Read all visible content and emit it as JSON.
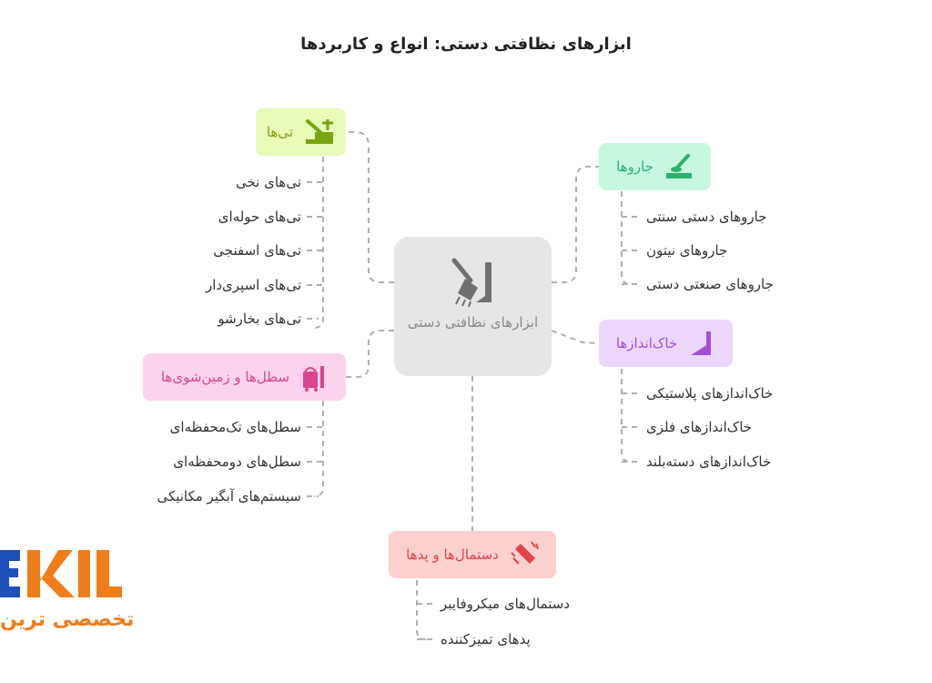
{
  "title": "ابزارهای نظافتی دستی: انواع و کاربردها",
  "center": {
    "label": "ابزارهای نظافتی دستی",
    "icon": "broom-dustpan-icon"
  },
  "branches": {
    "mops": {
      "label": "تی‌ها",
      "icon": "mop-icon",
      "bg": "#e8fbb8",
      "color": "#7aa512",
      "items": [
        "تی‌های نخی",
        "تی‌های حوله‌ای",
        "تی‌های اسفنجی",
        "تی‌های اسپری‌دار",
        "تی‌های بخارشو"
      ]
    },
    "brooms": {
      "label": "جاروها",
      "icon": "broom-icon",
      "bg": "#c8f7df",
      "color": "#2db06e",
      "items": [
        "جاروهای دستی سنتی",
        "جاروهای نیتون",
        "جاروهای صنعتی دستی"
      ]
    },
    "dustpans": {
      "label": "خاک‌اندازها",
      "icon": "dustpan-icon",
      "bg": "#ecd6fb",
      "color": "#a44fd6",
      "items": [
        "خاک‌اندازهای پلاستیکی",
        "خاک‌اندازهای فلزی",
        "خاک‌اندازهای دسته‌بلند"
      ]
    },
    "buckets": {
      "label": "سطل‌ها و زمین‌شوی‌ها",
      "icon": "bucket-icon",
      "bg": "#fcd3ec",
      "color": "#d8468f",
      "items": [
        "سطل‌های تک‌محفظه‌ای",
        "سطل‌های دومحفظه‌ای",
        "سیستم‌های آبگیر مکانیکی"
      ]
    },
    "cloths": {
      "label": "دستمال‌ها و پدها",
      "icon": "cloth-pad-icon",
      "bg": "#fdd0d0",
      "color": "#e04545",
      "items": [
        "دستمال‌های میکروفایبر",
        "پدهای تمیزکننده"
      ]
    }
  },
  "logo": {
    "text": "تخصصی ترین",
    "icon": "kala-logo-icon",
    "colors": [
      "#ef7d1a",
      "#1f4fb8"
    ]
  }
}
